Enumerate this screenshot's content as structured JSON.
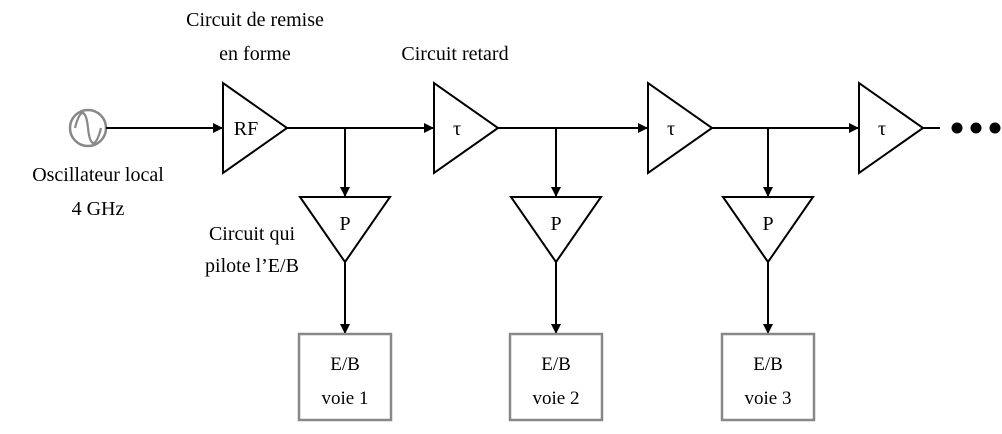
{
  "labels": {
    "shaper_line1": "Circuit de remise",
    "shaper_line2": "en forme",
    "delay": "Circuit retard",
    "oscillator_line1": "Oscillateur local",
    "oscillator_line2": "4 GHz",
    "driver_line1": "Circuit qui",
    "driver_line2": "pilote l’E/B"
  },
  "blocks": {
    "rf": "RF",
    "delay_symbol": "τ",
    "driver_symbol": "P"
  },
  "channels": [
    {
      "name": "E/B",
      "voie": "voie 1"
    },
    {
      "name": "E/B",
      "voie": "voie 2"
    },
    {
      "name": "E/B",
      "voie": "voie 3"
    }
  ],
  "colors": {
    "line": "#000000",
    "box_border": "#888888",
    "oscillator": "#888888"
  }
}
